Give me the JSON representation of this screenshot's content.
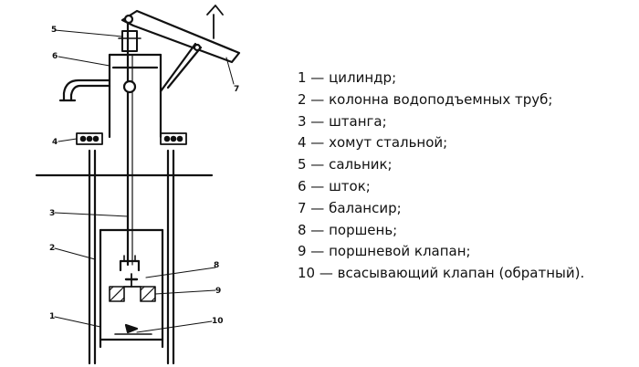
{
  "diagram": {
    "callouts": [
      "1",
      "2",
      "3",
      "4",
      "5",
      "6",
      "7",
      "8",
      "9",
      "10"
    ]
  },
  "legend": {
    "items": [
      "1 — цилиндр;",
      "2 — колонна водоподъемных труб;",
      "3 — штанга;",
      "4 — хомут стальной;",
      "5 — сальник;",
      "6 — шток;",
      "7 — балансир;",
      "8 — поршень;",
      "9 — поршневой клапан;",
      "10 — всасывающий клапан (обратный)."
    ]
  }
}
